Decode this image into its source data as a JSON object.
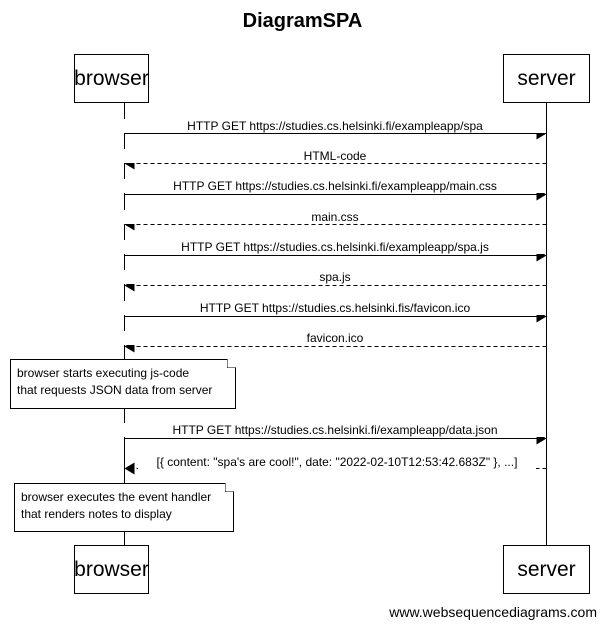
{
  "title": "DiagramSPA",
  "participants": {
    "browser": "browser",
    "server": "server"
  },
  "messages": [
    {
      "label": "HTTP GET https://studies.cs.helsinki.fi/exampleapp/spa",
      "from": "browser",
      "to": "server",
      "style": "solid"
    },
    {
      "label": "HTML-code",
      "from": "server",
      "to": "browser",
      "style": "dashed"
    },
    {
      "label": "HTTP GET https://studies.cs.helsinki.fi/exampleapp/main.css",
      "from": "browser",
      "to": "server",
      "style": "solid"
    },
    {
      "label": "main.css",
      "from": "server",
      "to": "browser",
      "style": "dashed"
    },
    {
      "label": "HTTP GET https://studies.cs.helsinki.fi/exampleapp/spa.js",
      "from": "browser",
      "to": "server",
      "style": "solid"
    },
    {
      "label": "spa.js",
      "from": "server",
      "to": "browser",
      "style": "dashed"
    },
    {
      "label": "HTTP GET https://studies.cs.helsinki.fis/favicon.ico",
      "from": "browser",
      "to": "server",
      "style": "solid"
    },
    {
      "label": "favicon.ico",
      "from": "server",
      "to": "browser",
      "style": "dashed"
    },
    {
      "label": "HTTP GET https://studies.cs.helsinki.fi/exampleapp/data.json",
      "from": "browser",
      "to": "server",
      "style": "solid"
    },
    {
      "label": "[{ content: \"spa's are cool!\", date: \"2022-02-10T12:53:42.683Z\" }, ...]",
      "from": "server",
      "to": "browser",
      "style": "dashed"
    }
  ],
  "notes": [
    {
      "line1": "browser starts executing js-code",
      "line2": "that requests JSON data from server"
    },
    {
      "line1": "browser executes the event handler",
      "line2": "that renders notes to display"
    }
  ],
  "footer": "www.websequencediagrams.com"
}
